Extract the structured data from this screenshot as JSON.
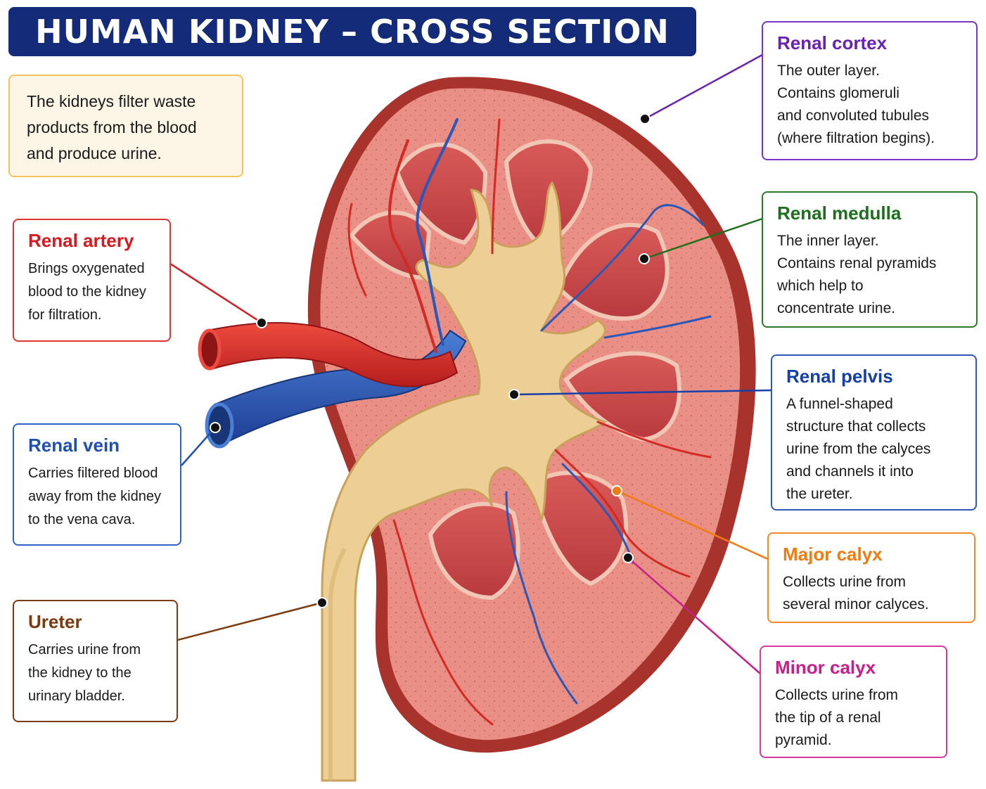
{
  "title": "HUMAN KIDNEY – CROSS SECTION",
  "intro": "The kidneys filter waste\nproducts from the blood\nand produce urine.",
  "labels": {
    "renal_artery": {
      "title": "Renal artery",
      "text": "Brings oxygenated\nblood to the kidney\nfor filtration.",
      "color": "#d81920"
    },
    "renal_vein": {
      "title": "Renal vein",
      "text": "Carries filtered blood\naway from the kidney\nto the vena cava.",
      "color": "#1f4fb0"
    },
    "ureter": {
      "title": "Ureter",
      "text": "Carries urine from\nthe kidney to the\nurinary bladder.",
      "color": "#7a3b10"
    },
    "renal_cortex": {
      "title": "Renal cortex",
      "text": "The outer layer.\nContains glomeruli\nand convoluted tubules\n(where filtration begins).",
      "color": "#6a22b0"
    },
    "renal_medulla": {
      "title": "Renal medulla",
      "text": "The inner layer.\nContains renal pyramids\nwhich help to\nconcentrate urine.",
      "color": "#1d6e1d"
    },
    "renal_pelvis": {
      "title": "Renal pelvis",
      "text": "A funnel-shaped\nstructure that collects\nurine from the calyces\nand channels it into\nthe ureter.",
      "color": "#1540a8"
    },
    "major_calyx": {
      "title": "Major calyx",
      "text": "Collects urine from\nseveral minor calyces.",
      "color": "#f07c10"
    },
    "minor_calyx": {
      "title": "Minor calyx",
      "text": "Collects urine from\nthe tip of a renal\npyramid.",
      "color": "#c8208a"
    }
  },
  "colors": {
    "title_bg": "#132b78",
    "capsule": "#a8322c",
    "cortex": "#ea8f85",
    "pyramid": "#c8484a",
    "pelvis": "#edcf95",
    "artery": "#d42a25",
    "vein": "#2a58b8"
  }
}
